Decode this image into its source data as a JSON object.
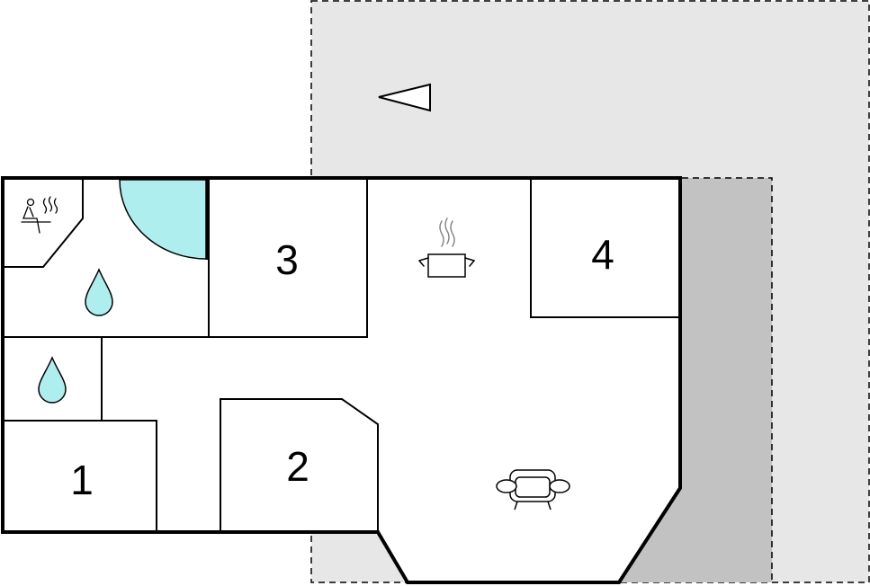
{
  "floorplan": {
    "colors": {
      "terrace": "#e7e7e7",
      "covered_terrace": "#c2c2c2",
      "water": "#aeeeee",
      "wall": "#000000",
      "floor": "#ffffff"
    },
    "rooms": [
      {
        "id": "room-1",
        "label": "1"
      },
      {
        "id": "room-2",
        "label": "2"
      },
      {
        "id": "room-3",
        "label": "3"
      },
      {
        "id": "room-4",
        "label": "4"
      }
    ],
    "icons": [
      {
        "name": "sauna-icon"
      },
      {
        "name": "water-drop-icon"
      },
      {
        "name": "water-drop-icon"
      },
      {
        "name": "cooking-pot-icon"
      },
      {
        "name": "sofa-icon"
      },
      {
        "name": "north-arrow-icon"
      }
    ]
  }
}
